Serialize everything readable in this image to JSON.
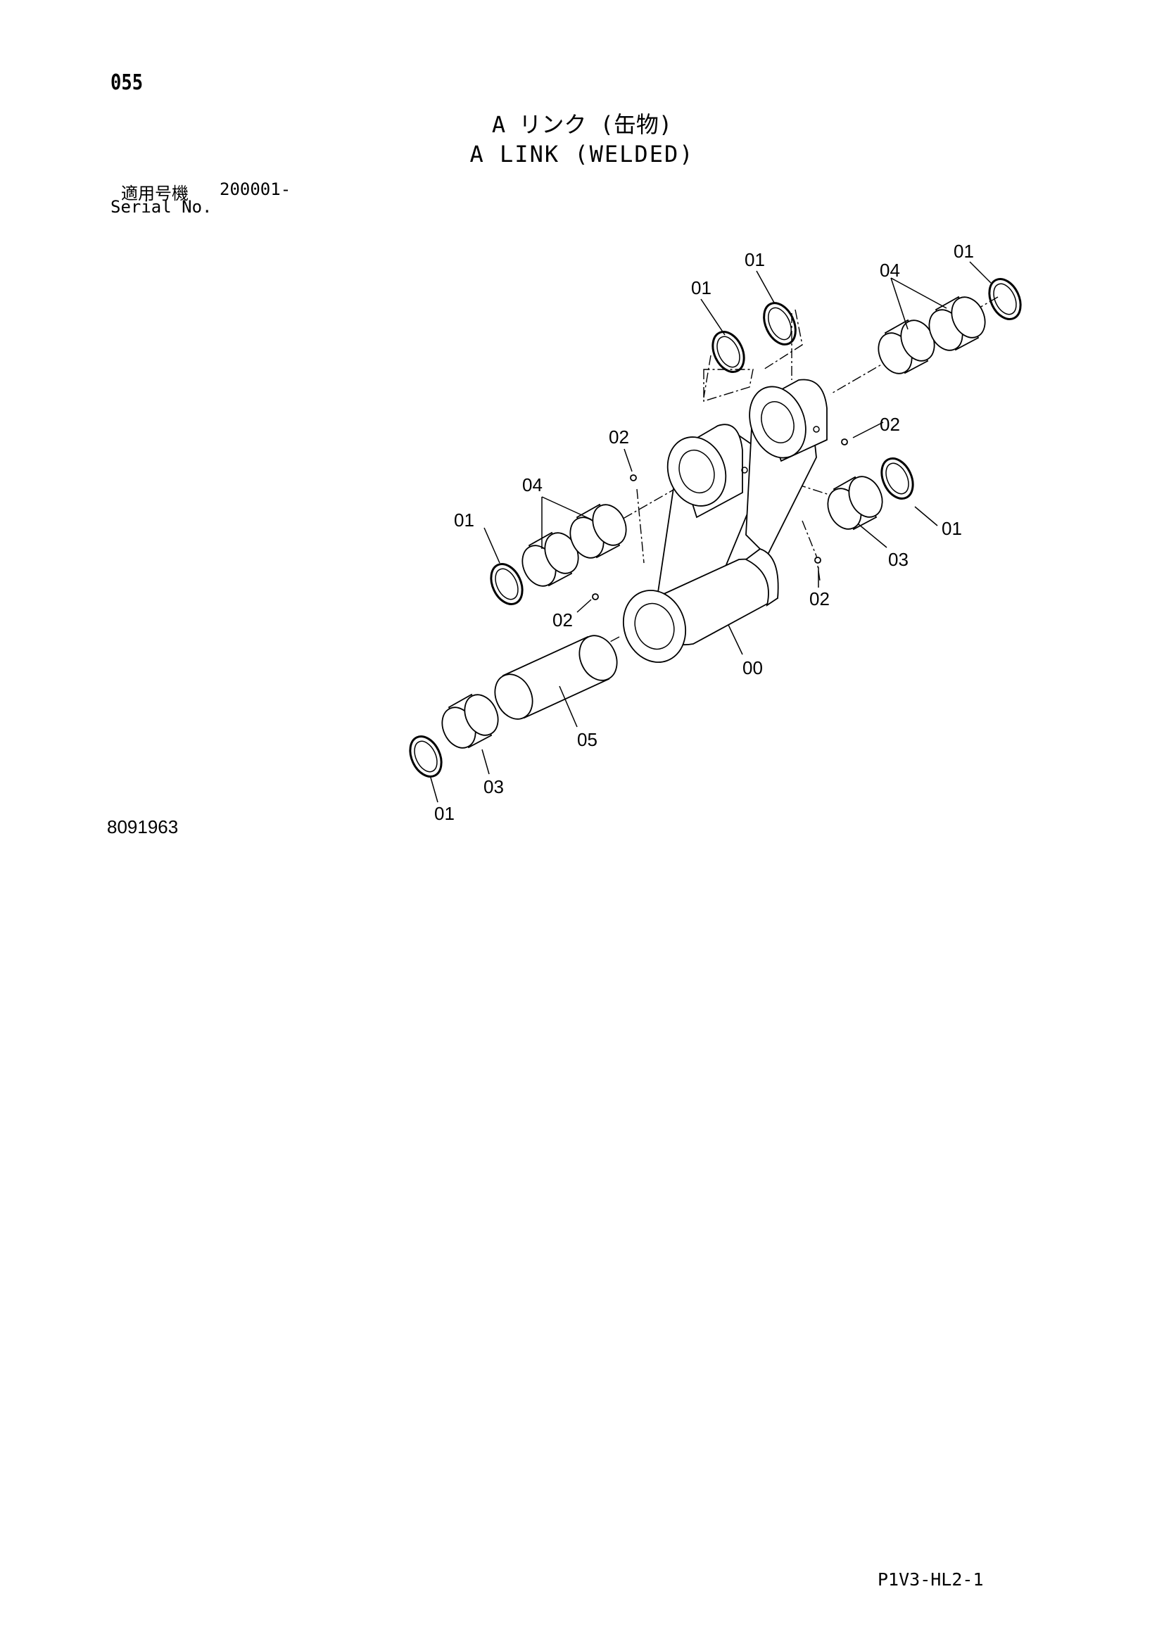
{
  "page": {
    "number": "055",
    "title_jp": "A リンク (缶物)",
    "title_en": "A LINK (WELDED)",
    "serial_label_jp": "適用号機",
    "serial_label_en": "Serial No.",
    "serial_range": "200001-",
    "diagram_number": "8091963",
    "page_code": "P1V3-HL2-1"
  },
  "callouts": {
    "c1": "01",
    "c2": "01",
    "c3": "01",
    "c4": "01",
    "c5": "01",
    "c6": "01",
    "c7": "02",
    "c8": "02",
    "c9": "02",
    "c10": "02",
    "c11": "03",
    "c12": "03",
    "c13": "04",
    "c14": "04",
    "c15": "00",
    "c16": "05"
  }
}
